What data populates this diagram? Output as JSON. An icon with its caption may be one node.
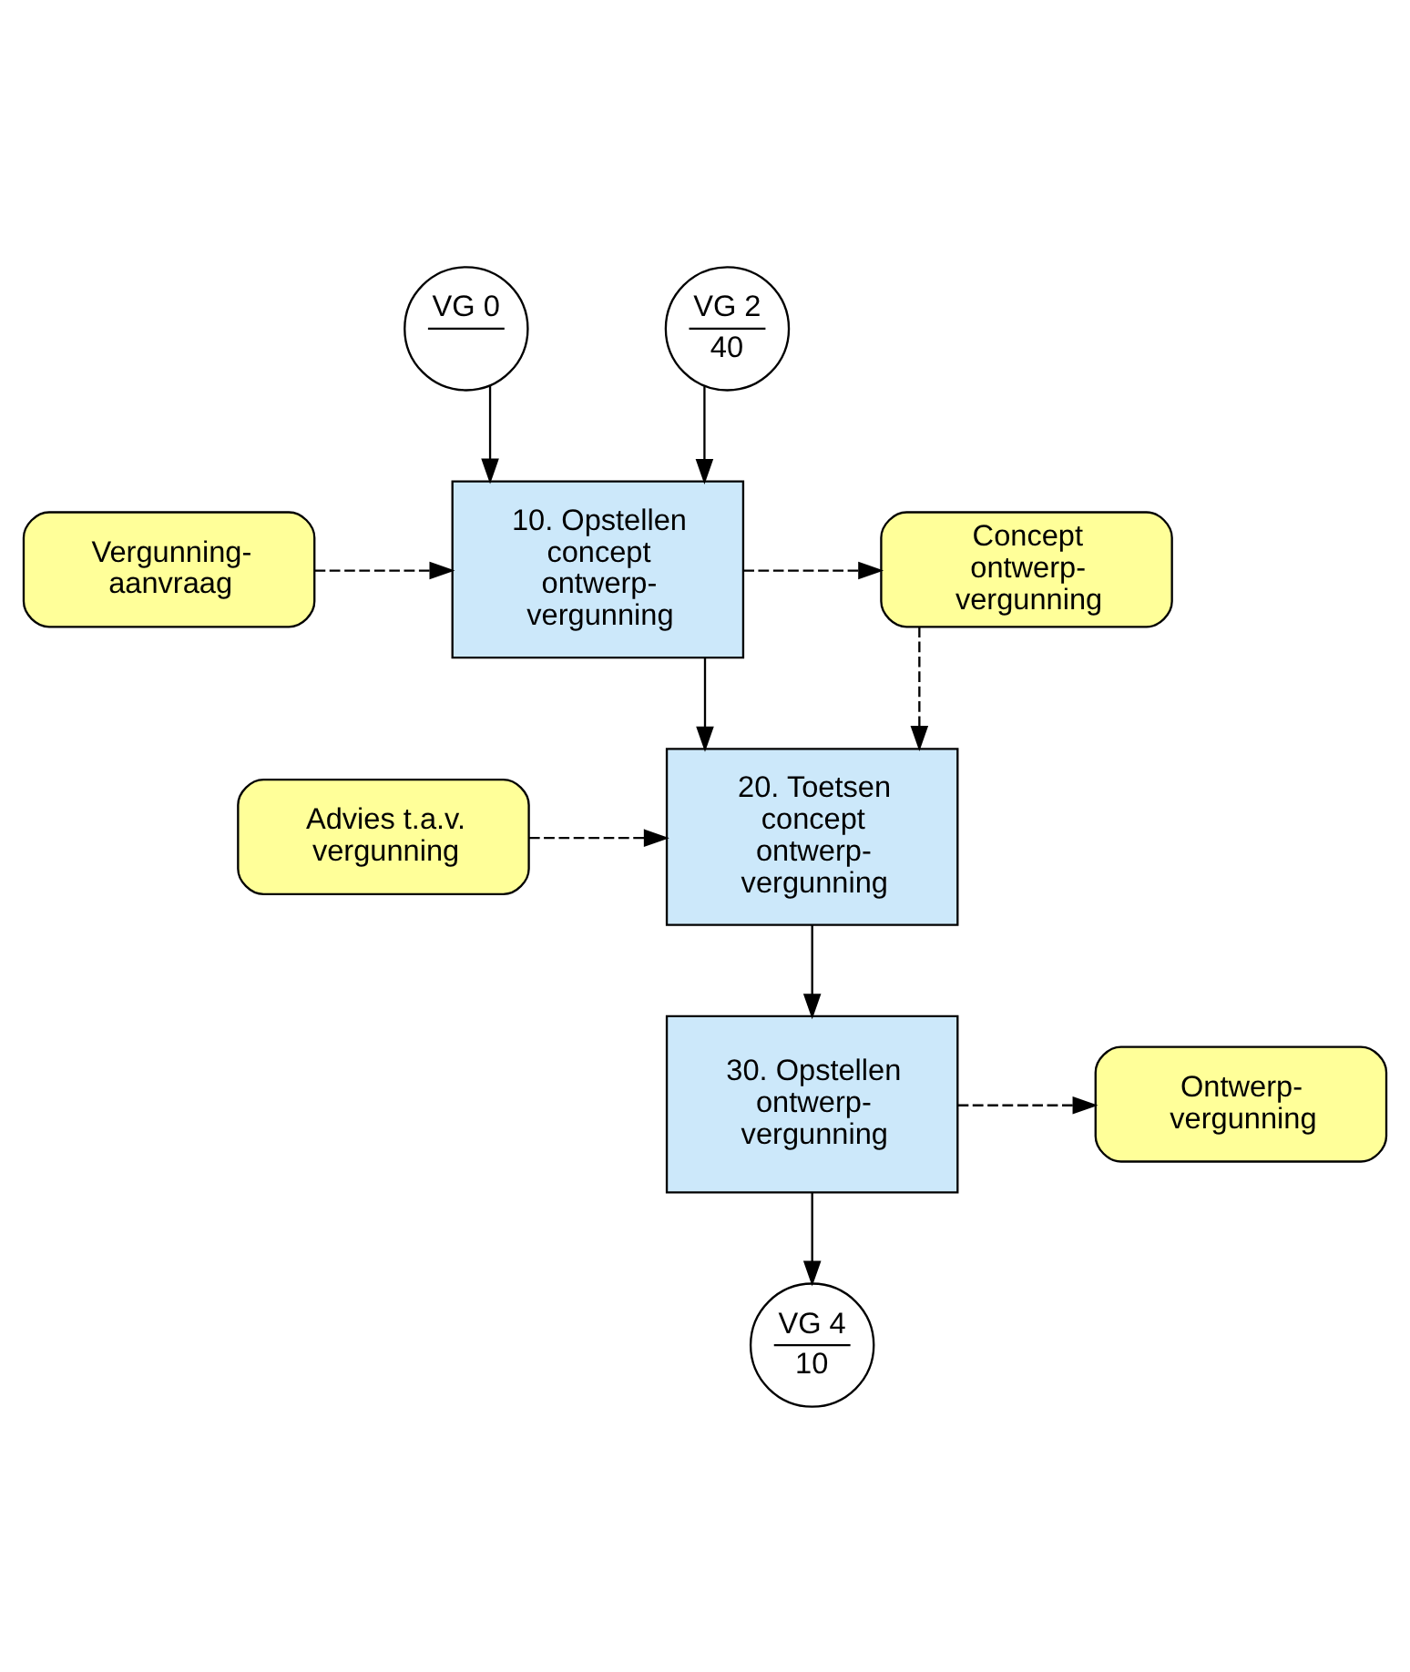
{
  "diagram": {
    "nodes": [
      {
        "text": [
          "VG 0"
        ]
      },
      {
        "text": [
          "VG 2",
          "40"
        ]
      },
      {
        "text": [
          "Vergunning- aanvraag"
        ]
      },
      {
        "text": [
          "10. Opstellen concept ontwerp- vergunning"
        ]
      },
      {
        "text": [
          "Concept ontwerp- vergunning"
        ]
      },
      {
        "text": [
          "Advies t.a.v. vergunning"
        ]
      },
      {
        "text": [
          "20. Toetsen concept ontwerp- vergunning"
        ]
      },
      {
        "text": [
          "30. Opstellen ontwerp- vergunning"
        ]
      },
      {
        "text": [
          "Ontwerp- vergunning"
        ]
      },
      {
        "text": [
          "VG 4",
          "10"
        ]
      }
    ],
    "edges": [
      {
        "from": 0,
        "to": 3,
        "arrow": "to"
      },
      {
        "from": 1,
        "to": 3,
        "arrow": "to"
      },
      {
        "from": 2,
        "to": 3,
        "arrow": "to",
        "style": "dashed"
      },
      {
        "from": 3,
        "to": 4,
        "arrow": "to",
        "style": "dashed"
      },
      {
        "from": 3,
        "to": 6,
        "arrow": "to"
      },
      {
        "from": 4,
        "to": 6,
        "arrow": "to",
        "style": "dashed"
      },
      {
        "from": 5,
        "to": 6,
        "arrow": "to",
        "style": "dashed"
      },
      {
        "from": 6,
        "to": 7,
        "arrow": "to"
      },
      {
        "from": 7,
        "to": 8,
        "arrow": "to",
        "style": "dashed"
      },
      {
        "from": 7,
        "to": 9,
        "arrow": "to"
      }
    ]
  }
}
